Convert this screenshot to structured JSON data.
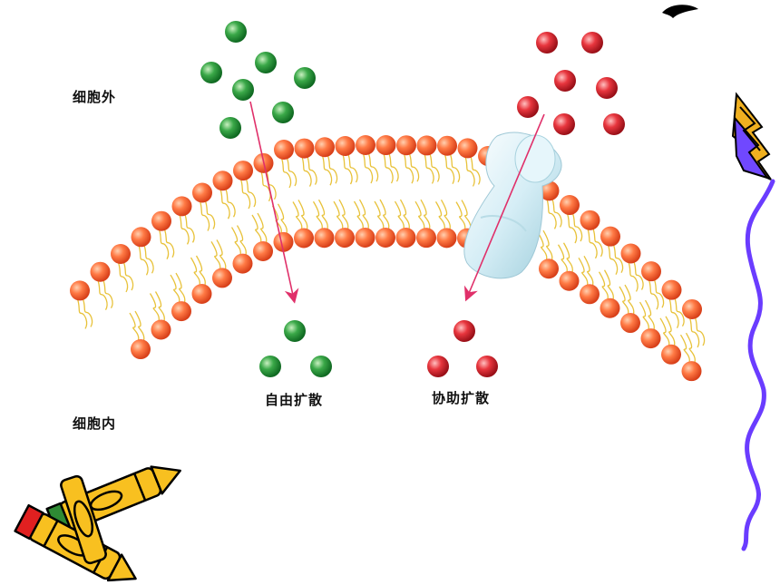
{
  "labels": {
    "outside": "细胞外",
    "inside": "细胞内",
    "free_diffusion": "自由扩散",
    "facilitated_diffusion": "协助扩散"
  },
  "colors": {
    "membrane_head": "#ff6a3a",
    "lipid_tail": "#e8c23a",
    "green_molecule": "#2f9a3c",
    "red_molecule": "#e0303a",
    "arrow": "#e0306a",
    "channel_protein": "#cfe8f0",
    "squiggle": "#6a3cff"
  },
  "icons": [
    "crayon-clipart-icon",
    "wavy-line-decoration",
    "zigzag-clipart-icon"
  ]
}
